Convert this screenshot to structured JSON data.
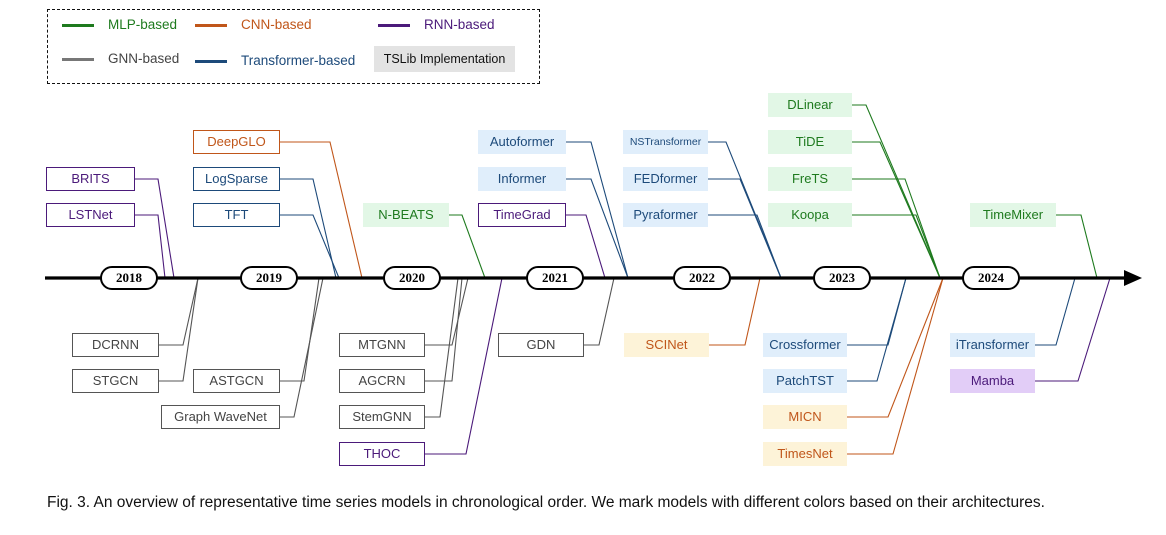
{
  "legend": {
    "items": [
      {
        "key": "mlp",
        "label": "MLP-based",
        "color": "#1e7a1e"
      },
      {
        "key": "cnn",
        "label": "CNN-based",
        "color": "#c0561a"
      },
      {
        "key": "rnn",
        "label": "RNN-based",
        "color": "#4b1a7a"
      },
      {
        "key": "gnn",
        "label": "GNN-based",
        "color": "#777777"
      },
      {
        "key": "transformer",
        "label": "Transformer-based",
        "color": "#1d4a7a"
      }
    ],
    "tslib_label": "TSLib Implementation"
  },
  "categories": {
    "mlp": {
      "text": "#1e7a1e",
      "fill": "#e2f7e6"
    },
    "cnn": {
      "text": "#c0561a",
      "fill": "#fdf3d8"
    },
    "rnn": {
      "text": "#4b1a7a",
      "fill": "#e2cdf7"
    },
    "gnn": {
      "text": "#555555",
      "fill": "#eeeeee"
    },
    "transformer": {
      "text": "#1d4a7a",
      "fill": "#e0eefb"
    }
  },
  "years": [
    "2018",
    "2019",
    "2020",
    "2021",
    "2022",
    "2023",
    "2024"
  ],
  "models": [
    {
      "name": "BRITS",
      "category": "rnn",
      "tslib": false
    },
    {
      "name": "LSTNet",
      "category": "rnn",
      "tslib": false
    },
    {
      "name": "DCRNN",
      "category": "gnn",
      "tslib": false
    },
    {
      "name": "STGCN",
      "category": "gnn",
      "tslib": false
    },
    {
      "name": "DeepGLO",
      "category": "cnn",
      "tslib": false
    },
    {
      "name": "LogSparse",
      "category": "transformer",
      "tslib": false
    },
    {
      "name": "TFT",
      "category": "transformer",
      "tslib": false
    },
    {
      "name": "ASTGCN",
      "category": "gnn",
      "tslib": false
    },
    {
      "name": "Graph WaveNet",
      "category": "gnn",
      "tslib": false
    },
    {
      "name": "N-BEATS",
      "category": "mlp",
      "tslib": true
    },
    {
      "name": "MTGNN",
      "category": "gnn",
      "tslib": false
    },
    {
      "name": "AGCRN",
      "category": "gnn",
      "tslib": false
    },
    {
      "name": "StemGNN",
      "category": "gnn",
      "tslib": false
    },
    {
      "name": "THOC",
      "category": "rnn",
      "tslib": false
    },
    {
      "name": "Autoformer",
      "category": "transformer",
      "tslib": true
    },
    {
      "name": "Informer",
      "category": "transformer",
      "tslib": true
    },
    {
      "name": "TimeGrad",
      "category": "rnn",
      "tslib": false
    },
    {
      "name": "GDN",
      "category": "gnn",
      "tslib": false
    },
    {
      "name": "NSTransformer",
      "category": "transformer",
      "tslib": true
    },
    {
      "name": "FEDformer",
      "category": "transformer",
      "tslib": true
    },
    {
      "name": "Pyraformer",
      "category": "transformer",
      "tslib": true
    },
    {
      "name": "SCINet",
      "category": "cnn",
      "tslib": true
    },
    {
      "name": "DLinear",
      "category": "mlp",
      "tslib": true
    },
    {
      "name": "TiDE",
      "category": "mlp",
      "tslib": true
    },
    {
      "name": "FreTS",
      "category": "mlp",
      "tslib": true
    },
    {
      "name": "Koopa",
      "category": "mlp",
      "tslib": true
    },
    {
      "name": "Crossformer",
      "category": "transformer",
      "tslib": true
    },
    {
      "name": "PatchTST",
      "category": "transformer",
      "tslib": true
    },
    {
      "name": "MICN",
      "category": "cnn",
      "tslib": true
    },
    {
      "name": "TimesNet",
      "category": "cnn",
      "tslib": true
    },
    {
      "name": "TimeMixer",
      "category": "mlp",
      "tslib": true
    },
    {
      "name": "iTransformer",
      "category": "transformer",
      "tslib": true
    },
    {
      "name": "Mamba",
      "category": "rnn",
      "tslib": true
    }
  ],
  "caption": "Fig. 3. An overview of representative time series models in chronological order. We mark models with different colors based on their architectures."
}
